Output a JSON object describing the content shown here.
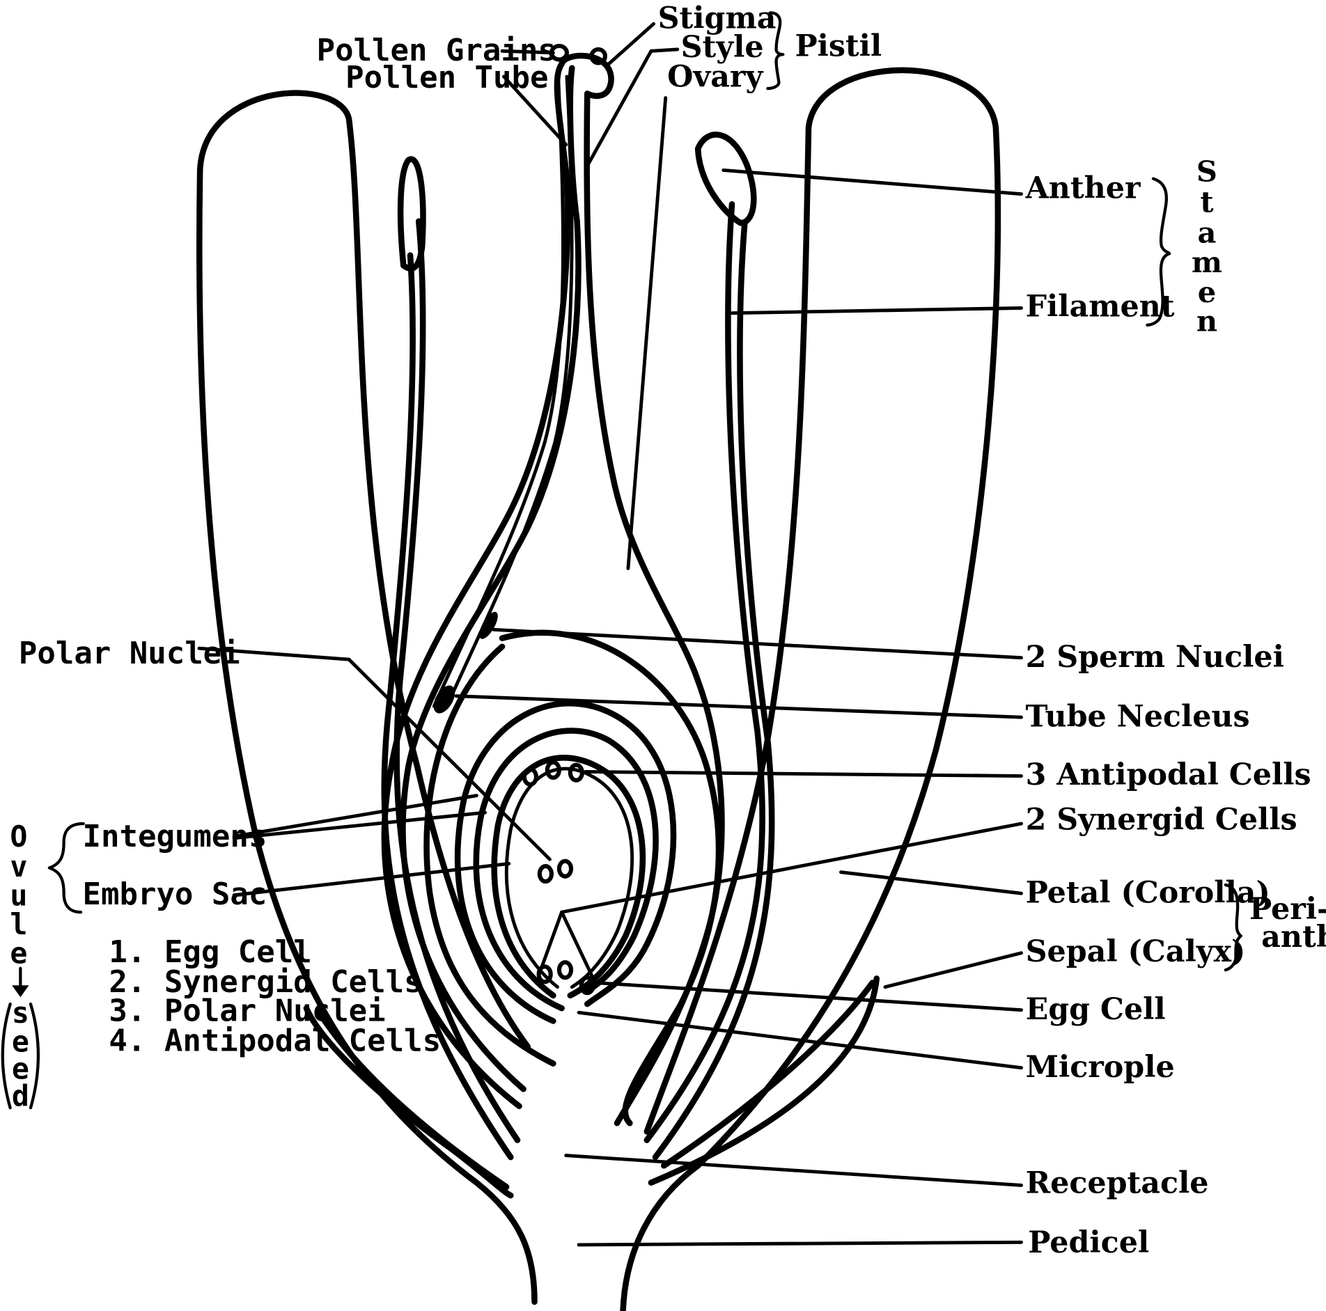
{
  "labels": {
    "stigma": "Stigma",
    "style": "Style",
    "ovary": "Ovary",
    "pistil": "Pistil",
    "pollen_grains": "Pollen Grains",
    "pollen_tube": "Pollen Tube",
    "anther": "Anther",
    "filament": "Filament",
    "stamen": [
      "S",
      "t",
      "a",
      "m",
      "e",
      "n"
    ],
    "polar_nuclei": "Polar Nuclei",
    "sperm_nuclei": "2 Sperm Nuclei",
    "tube_nucleus": "Tube Necleus",
    "antipodal_cells": "3 Antipodal Cells",
    "synergid_cells": "2 Synergid Cells",
    "integumens": "Integumens",
    "embryo_sac": "Embryo Sac",
    "petal": "Petal (Corolla)",
    "sepal": "Sepal (Calyx)",
    "perianth_1": "Peri-",
    "perianth_2": "anth",
    "egg_cell": "Egg Cell",
    "microple": "Microple",
    "receptacle": "Receptacle",
    "pedicel": "Pedicel",
    "ovule_letters": [
      "O",
      "v",
      "u",
      "l",
      "e"
    ],
    "seed_letters": [
      "s",
      "e",
      "e",
      "d"
    ]
  },
  "legend": [
    "1. Egg Cell",
    "2. Synergid Cells",
    "3. Polar Nuclei",
    "4. Antipodal Cells"
  ]
}
